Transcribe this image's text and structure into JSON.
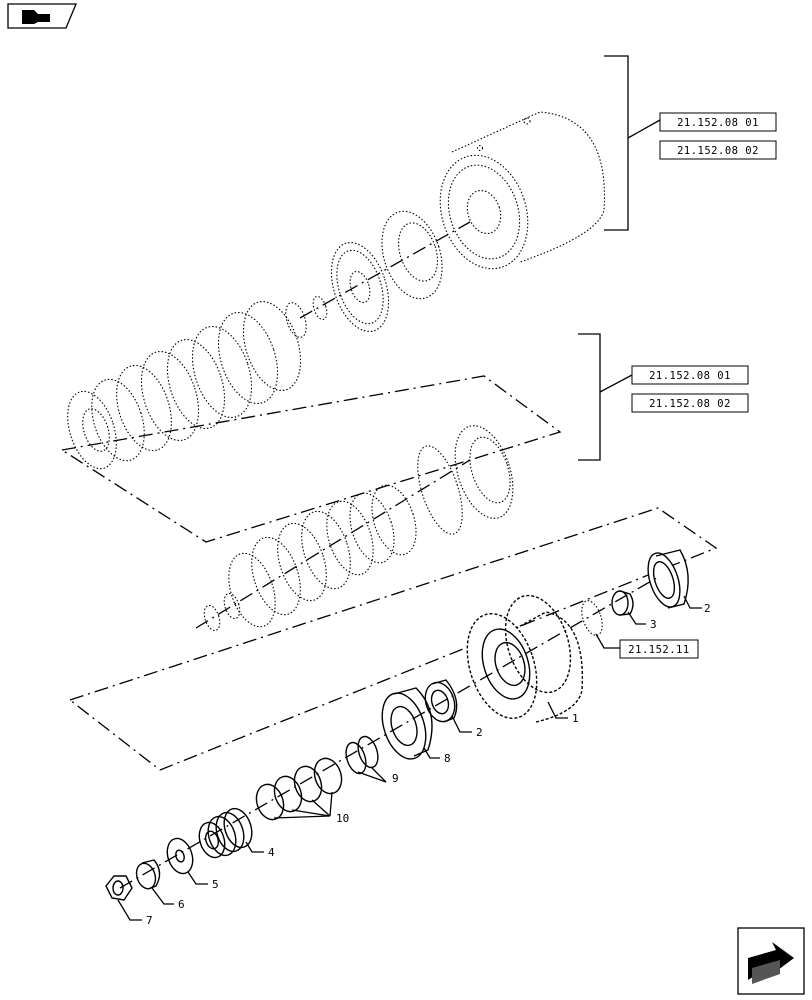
{
  "nav": {
    "back_icon": "book-arrow-icon",
    "next_icon": "next-page-arrow-icon"
  },
  "refs": {
    "upper_1": "21.152.08 01",
    "upper_2": "21.152.08 02",
    "middle_1": "21.152.08 01",
    "middle_2": "21.152.08 02",
    "lower": "21.152.11"
  },
  "callouts": {
    "c1": "1",
    "c2a": "2",
    "c2b": "2",
    "c3": "3",
    "c4": "4",
    "c5": "5",
    "c6": "6",
    "c7": "7",
    "c8": "8",
    "c9": "9",
    "c10": "10"
  }
}
